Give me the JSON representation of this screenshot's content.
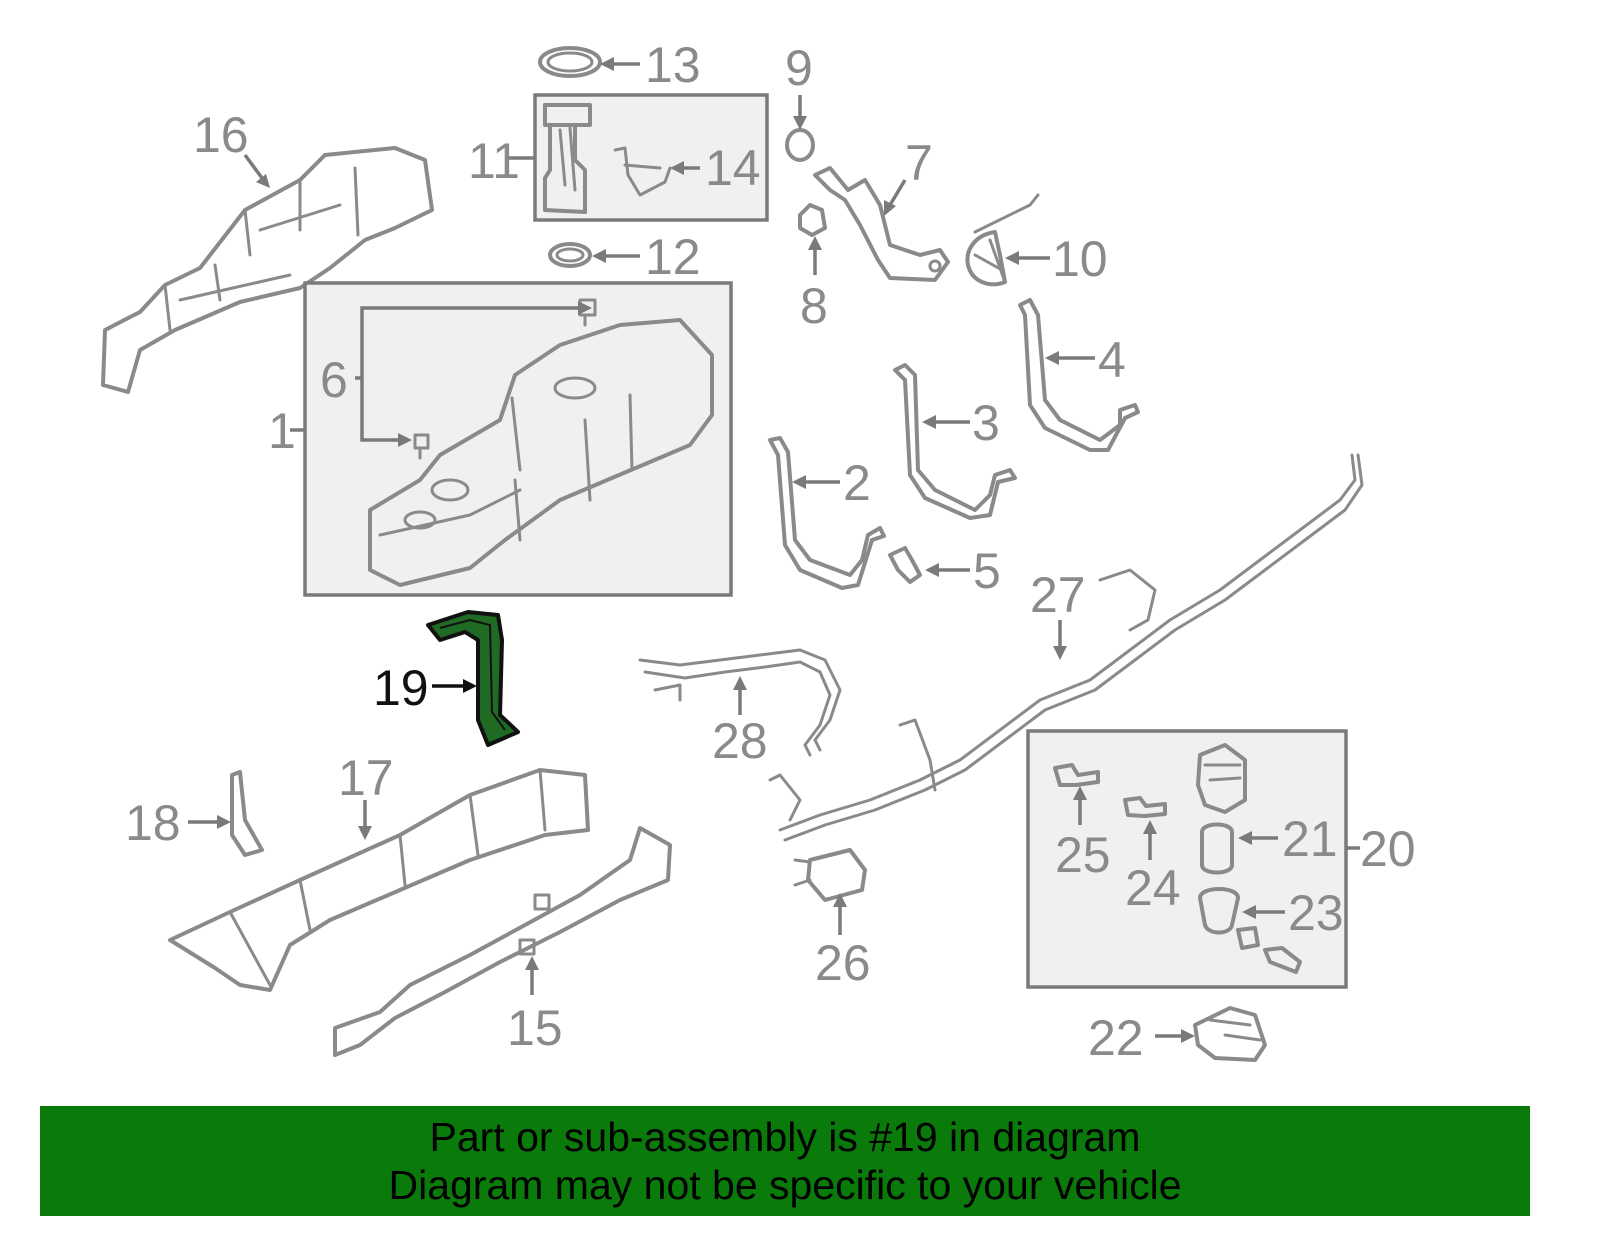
{
  "diagram": {
    "highlighted_part": "19",
    "callouts": {
      "c1": "1",
      "c2": "2",
      "c3": "3",
      "c4": "4",
      "c5": "5",
      "c6": "6",
      "c7": "7",
      "c8": "8",
      "c9": "9",
      "c10": "10",
      "c11": "11",
      "c12": "12",
      "c13": "13",
      "c14": "14",
      "c15": "15",
      "c16": "16",
      "c17": "17",
      "c18": "18",
      "c19": "19",
      "c20": "20",
      "c21": "21",
      "c22": "22",
      "c23": "23",
      "c24": "24",
      "c25": "25",
      "c26": "26",
      "c27": "27",
      "c28": "28"
    }
  },
  "footer": {
    "line1": "Part or sub-assembly is #19 in diagram",
    "line2": "Diagram may not be specific to your vehicle"
  },
  "colors": {
    "banner": "#0a7a0a",
    "highlight": "#1f6b24",
    "parts": "#8a8a8a"
  }
}
